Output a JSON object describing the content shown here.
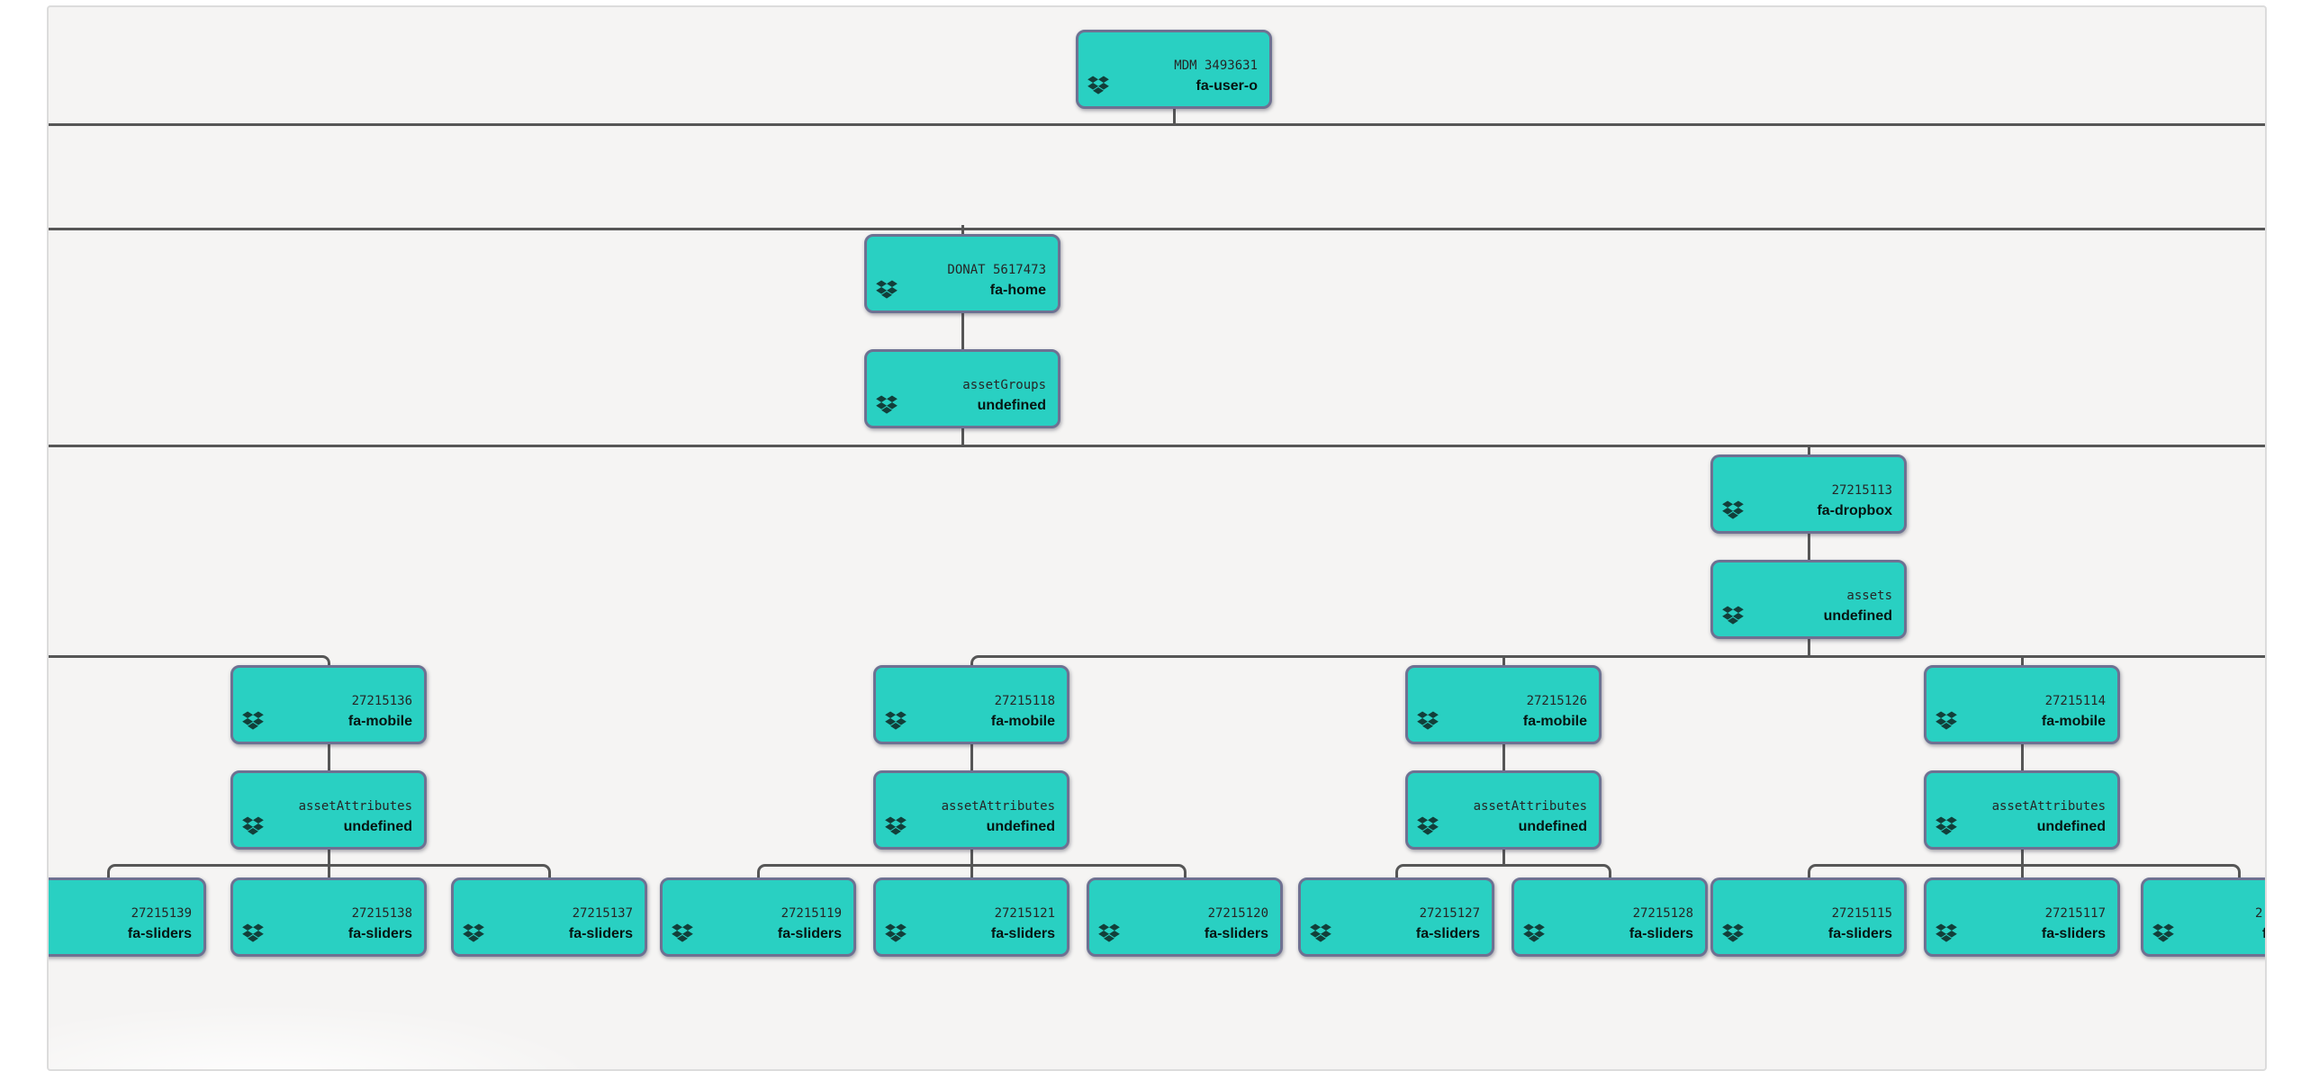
{
  "window": {
    "background": "#ffffff"
  },
  "canvas": {
    "background": "#f5f4f3",
    "border_color": "#dcdcdc",
    "connector_color": "#565656",
    "node_fill": "#29d0c2",
    "node_border": "#6e7192",
    "icon_color": "#123f3a",
    "number_color": "#262626",
    "label_color": "#071512"
  },
  "nodes": [
    {
      "id": "root",
      "number": "MDM 3493631",
      "label": "fa-user-o",
      "icon": "dropbox-icon"
    },
    {
      "id": "site",
      "number": "DONAT 5617473",
      "label": "fa-home",
      "icon": "dropbox-icon"
    },
    {
      "id": "site-groups",
      "number": "assetGroups",
      "label": "undefined",
      "icon": "dropbox-icon"
    },
    {
      "id": "group-27215113",
      "number": "27215113",
      "label": "fa-dropbox",
      "icon": "dropbox-icon"
    },
    {
      "id": "group-assets",
      "number": "assets",
      "label": "undefined",
      "icon": "dropbox-icon"
    },
    {
      "id": "asset-27215136",
      "number": "27215136",
      "label": "fa-mobile",
      "icon": "dropbox-icon"
    },
    {
      "id": "attrs-27215136",
      "number": "assetAttributes",
      "label": "undefined",
      "icon": "dropbox-icon"
    },
    {
      "id": "asset-27215118",
      "number": "27215118",
      "label": "fa-mobile",
      "icon": "dropbox-icon"
    },
    {
      "id": "attrs-27215118",
      "number": "assetAttributes",
      "label": "undefined",
      "icon": "dropbox-icon"
    },
    {
      "id": "asset-27215126",
      "number": "27215126",
      "label": "fa-mobile",
      "icon": "dropbox-icon"
    },
    {
      "id": "attrs-27215126",
      "number": "assetAttributes",
      "label": "undefined",
      "icon": "dropbox-icon"
    },
    {
      "id": "asset-27215114",
      "number": "27215114",
      "label": "fa-mobile",
      "icon": "dropbox-icon"
    },
    {
      "id": "attrs-27215114",
      "number": "assetAttributes",
      "label": "undefined",
      "icon": "dropbox-icon"
    },
    {
      "id": "attr-27215139",
      "number": "27215139",
      "label": "fa-sliders",
      "icon": "dropbox-icon"
    },
    {
      "id": "attr-27215138",
      "number": "27215138",
      "label": "fa-sliders",
      "icon": "dropbox-icon"
    },
    {
      "id": "attr-27215137",
      "number": "27215137",
      "label": "fa-sliders",
      "icon": "dropbox-icon"
    },
    {
      "id": "attr-27215119",
      "number": "27215119",
      "label": "fa-sliders",
      "icon": "dropbox-icon"
    },
    {
      "id": "attr-27215121",
      "number": "27215121",
      "label": "fa-sliders",
      "icon": "dropbox-icon"
    },
    {
      "id": "attr-27215120",
      "number": "27215120",
      "label": "fa-sliders",
      "icon": "dropbox-icon"
    },
    {
      "id": "attr-27215127",
      "number": "27215127",
      "label": "fa-sliders",
      "icon": "dropbox-icon"
    },
    {
      "id": "attr-27215128",
      "number": "27215128",
      "label": "fa-sliders",
      "icon": "dropbox-icon"
    },
    {
      "id": "attr-27215115",
      "number": "27215115",
      "label": "fa-sliders",
      "icon": "dropbox-icon"
    },
    {
      "id": "attr-27215117",
      "number": "27215117",
      "label": "fa-sliders",
      "icon": "dropbox-icon"
    },
    {
      "id": "attr-clipped",
      "number": "2",
      "label": "fa",
      "icon": "dropbox-icon",
      "clipped": true
    }
  ]
}
